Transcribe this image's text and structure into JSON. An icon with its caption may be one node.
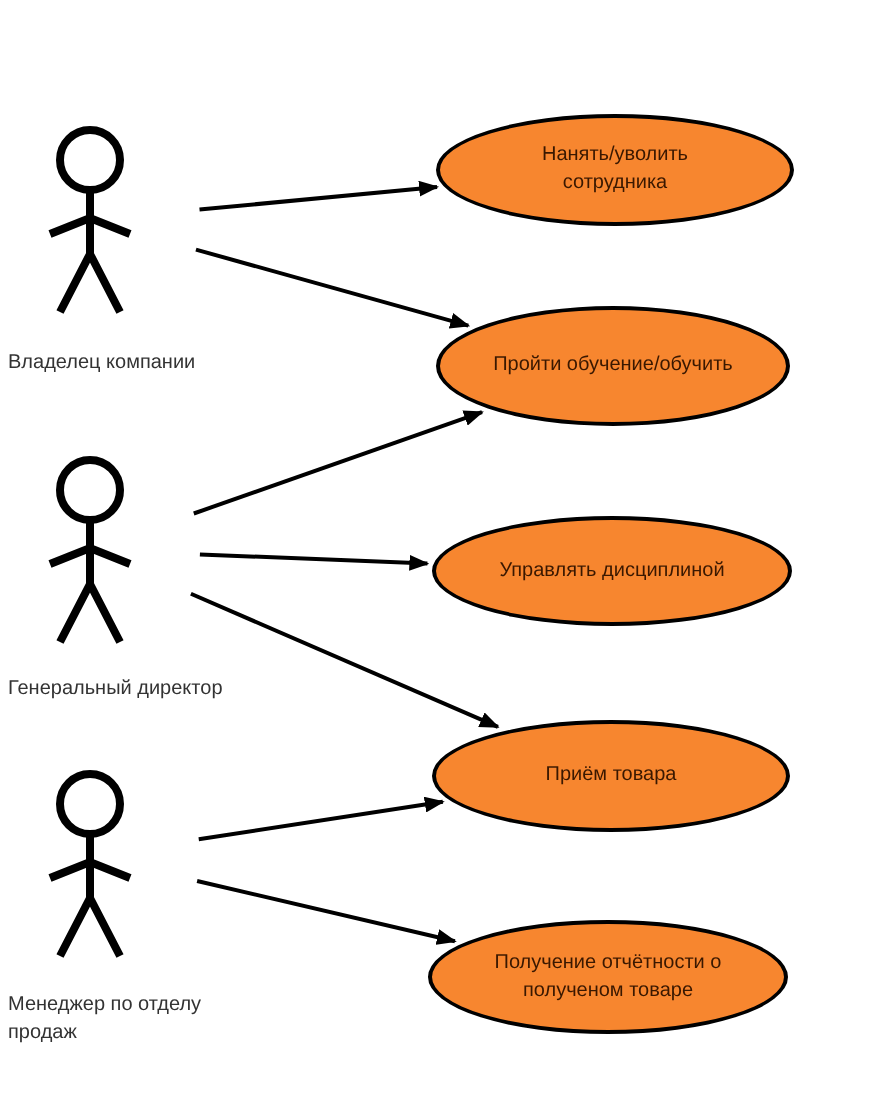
{
  "diagram": {
    "nodes": [
      {
        "text": [
          "Владелец компании"
        ]
      },
      {
        "text": [
          "Генеральный директор"
        ]
      },
      {
        "text": [
          "Менеджер по отделу продаж"
        ]
      },
      {
        "text": [
          "Нанять/уволить сотрудника"
        ]
      },
      {
        "text": [
          "Пройти обучение/обучить"
        ]
      },
      {
        "text": [
          "Управлять дисциплиной"
        ]
      },
      {
        "text": [
          "Приём товара"
        ]
      },
      {
        "text": [
          "Получение отчётности о полученом товаре"
        ]
      }
    ],
    "edges": [
      {
        "from": 0,
        "to": 3,
        "arrow": "to"
      },
      {
        "from": 0,
        "to": 4,
        "arrow": "to"
      },
      {
        "from": 1,
        "to": 4,
        "arrow": "to"
      },
      {
        "from": 1,
        "to": 5,
        "arrow": "to"
      },
      {
        "from": 1,
        "to": 6,
        "arrow": "to"
      },
      {
        "from": 2,
        "to": 6,
        "arrow": "to"
      },
      {
        "from": 2,
        "to": 7,
        "arrow": "to"
      }
    ]
  }
}
